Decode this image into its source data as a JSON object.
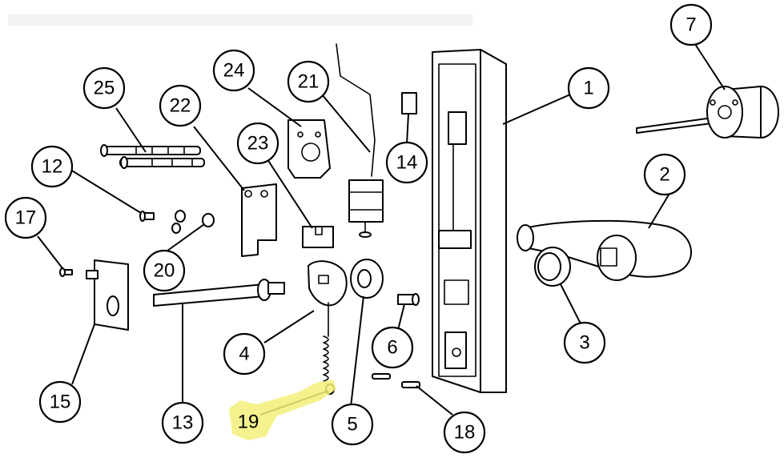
{
  "callouts": {
    "c1": "1",
    "c2": "2",
    "c3": "3",
    "c4": "4",
    "c5": "5",
    "c6": "6",
    "c7": "7",
    "c12": "12",
    "c13": "13",
    "c14": "14",
    "c15": "15",
    "c17": "17",
    "c18": "18",
    "c19": "19",
    "c20": "20",
    "c21": "21",
    "c22": "22",
    "c23": "23",
    "c24": "24",
    "c25": "25"
  },
  "highlight": {
    "part": "19",
    "color": "#f3f07a"
  }
}
